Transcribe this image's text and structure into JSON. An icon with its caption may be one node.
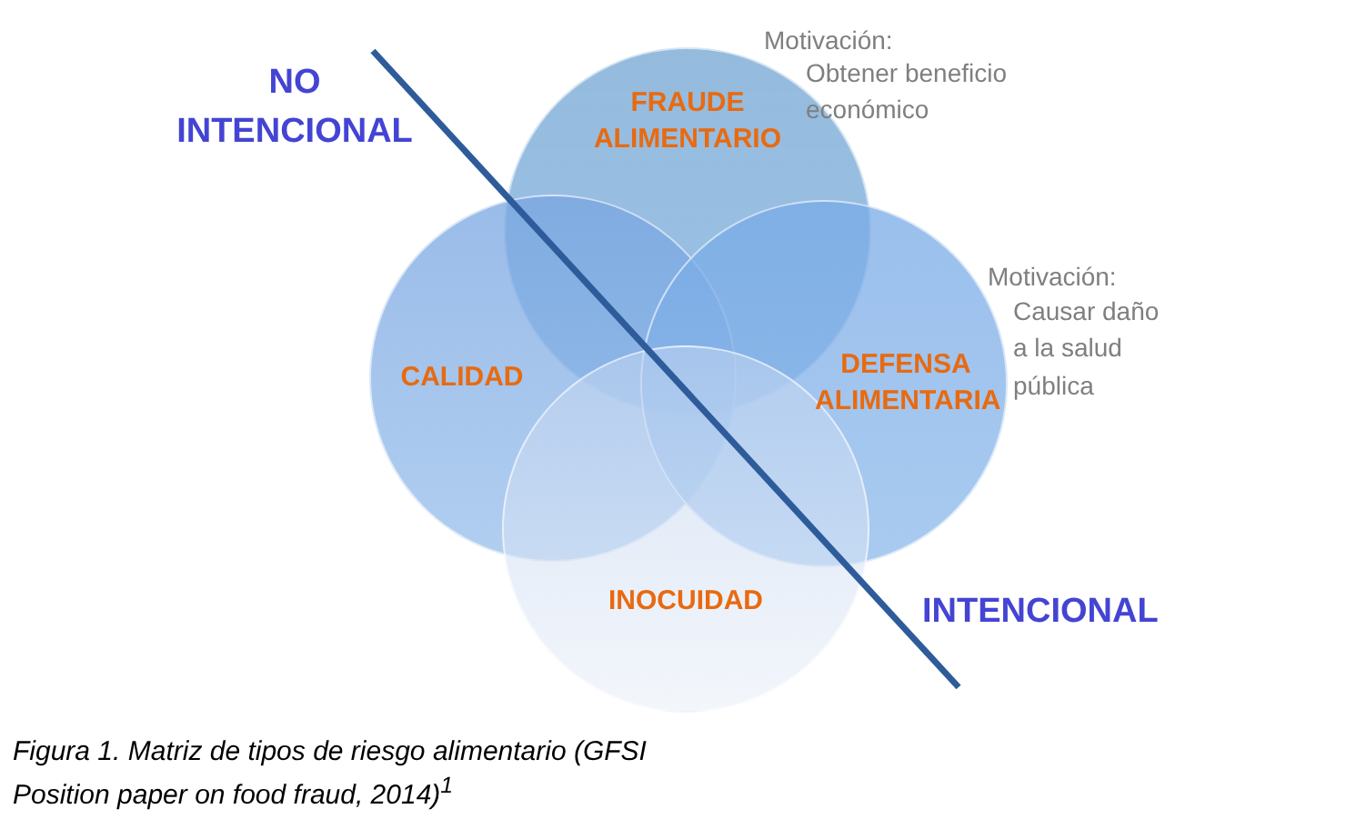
{
  "diagram": {
    "caption": "Figura 1.  Matriz de tipos de riesgo alimentario (GFSI Position paper on food fraud, 2014)$^{1}$",
    "nodes": [
      {
        "text": [
          "FRAUDE ALIMENTARIO"
        ],
        "beside": [
          "Motivación:",
          "Obtener beneficio económico"
        ]
      },
      {
        "text": [
          "CALIDAD"
        ]
      },
      {
        "text": [
          "DEFENSA ALIMENTARIA"
        ],
        "beside": [
          "Motivación:",
          "Causar daño a la salud pública"
        ]
      },
      {
        "text": [
          "INOCUIDAD"
        ]
      }
    ],
    "labels": [
      "NO INTENCIONAL",
      "INTENCIONAL"
    ]
  }
}
